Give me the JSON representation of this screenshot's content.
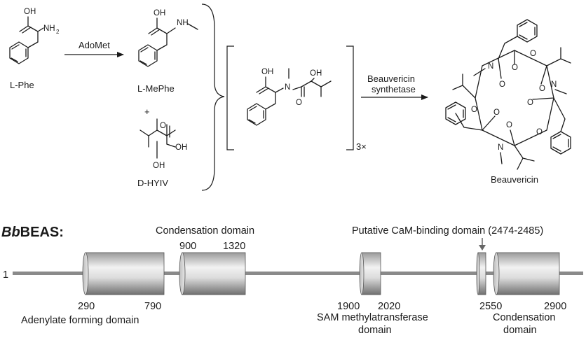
{
  "reaction": {
    "reactant_label": "L-Phe",
    "reagent_label": "AdoMet",
    "methylated_label": "L-MePhe",
    "plus_sign": "+",
    "hydroxy_acid_label": "D-HYIV",
    "repeat_label": "3×",
    "enzyme_line1": "Beauvericin",
    "enzyme_line2": "synthetase",
    "product_label": "Beauvericin",
    "atoms": {
      "oh": "OH",
      "nh2": "NH",
      "nh2_sub": "2",
      "nh": "N",
      "h": "H",
      "n": "N",
      "o": "O"
    }
  },
  "gene": {
    "title_italic": "Bb",
    "title_rest": "BEAS:",
    "start_label": "1",
    "domains": [
      {
        "name": "Adenylate forming domain",
        "start": 290,
        "end": 790
      },
      {
        "name": "Condensation domain",
        "start": 900,
        "end": 1320
      },
      {
        "name_line1": "SAM methylatransferase",
        "name_line2": "domain",
        "start": 1900,
        "end": 2020
      },
      {
        "name": "Putative CaM-binding domain (2474-2485)"
      },
      {
        "name_line1": "Condensation",
        "name_line2": "domain",
        "start": 2550,
        "end": 2900
      }
    ],
    "positions": {
      "p290": "290",
      "p790": "790",
      "p900": "900",
      "p1320": "1320",
      "p1900": "1900",
      "p2020": "2020",
      "p2550": "2550",
      "p2900": "2900"
    }
  },
  "colors": {
    "line": "#1a1a1a",
    "backbone": "#888888",
    "cylinder_dark": "#7a7a7a",
    "cylinder_light": "#f4f4f4"
  }
}
